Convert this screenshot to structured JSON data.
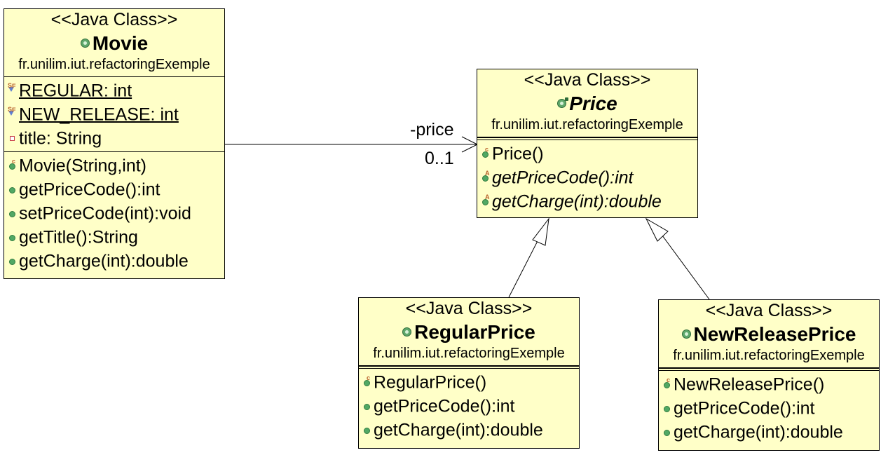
{
  "classes": {
    "movie": {
      "stereotype": "<<Java Class>>",
      "name": "Movie",
      "package": "fr.unilim.iut.refactoringExemple",
      "fields": [
        "REGULAR: int",
        "NEW_RELEASE: int",
        "title: String"
      ],
      "methods": [
        "Movie(String,int)",
        "getPriceCode():int",
        "setPriceCode(int):void",
        "getTitle():String",
        "getCharge(int):double"
      ]
    },
    "price": {
      "stereotype": "<<Java Class>>",
      "name": "Price",
      "package": "fr.unilim.iut.refactoringExemple",
      "methods": [
        "Price()",
        "getPriceCode():int",
        "getCharge(int):double"
      ]
    },
    "regular_price": {
      "stereotype": "<<Java Class>>",
      "name": "RegularPrice",
      "package": "fr.unilim.iut.refactoringExemple",
      "methods": [
        "RegularPrice()",
        "getPriceCode():int",
        "getCharge(int):double"
      ]
    },
    "new_release_price": {
      "stereotype": "<<Java Class>>",
      "name": "NewReleasePrice",
      "package": "fr.unilim.iut.refactoringExemple",
      "methods": [
        "NewReleasePrice()",
        "getPriceCode():int",
        "getCharge(int):double"
      ]
    }
  },
  "association": {
    "role": "-price",
    "multiplicity": "0..1"
  },
  "colors": {
    "class_fill": "#ffffc8",
    "border": "#000000",
    "public_icon": "#51a864",
    "private_icon": "#c8404a",
    "field_icon": "#5f7fd0"
  }
}
